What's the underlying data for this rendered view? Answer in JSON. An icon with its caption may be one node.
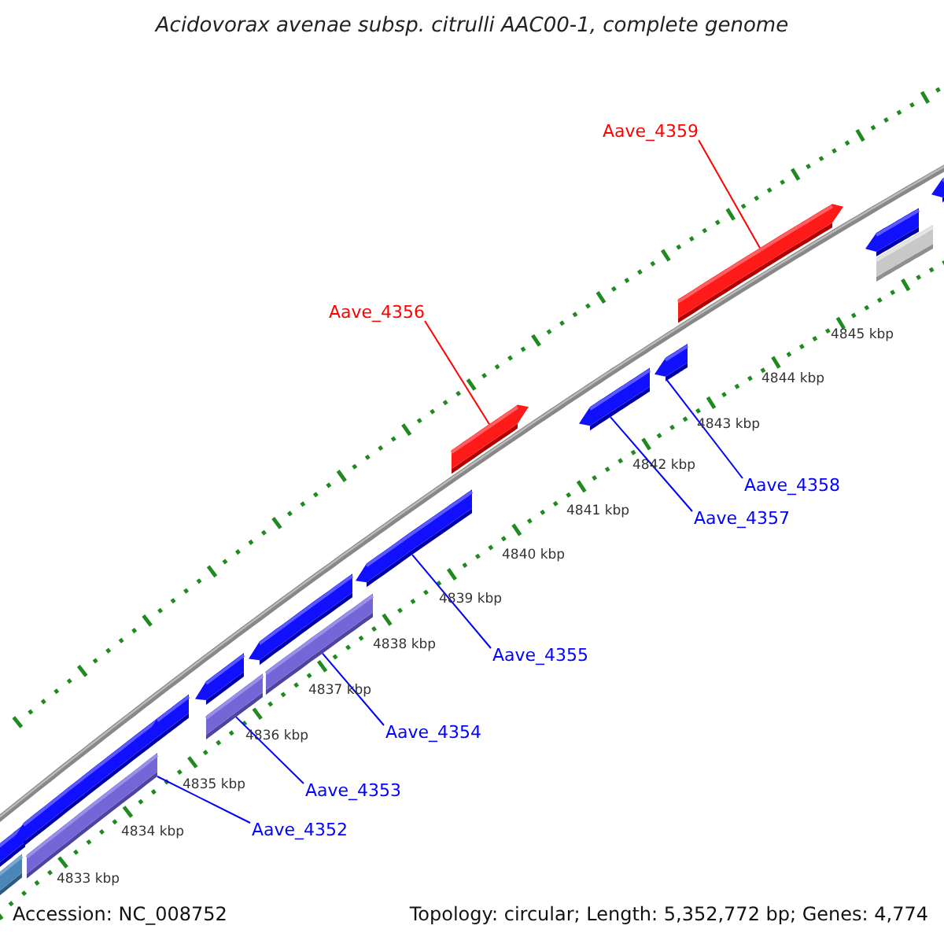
{
  "diagram": {
    "title": "Acidovorax avenae subsp. citrulli AAC00-1, complete genome",
    "nodes": [
      {
        "text": [
          "Aave_4359"
        ]
      },
      {
        "text": [
          "Aave_4356"
        ]
      },
      {
        "text": [
          "Aave_4358"
        ]
      },
      {
        "text": [
          "Aave_4357"
        ]
      },
      {
        "text": [
          "Aave_4355"
        ]
      },
      {
        "text": [
          "Aave_4354"
        ]
      },
      {
        "text": [
          "Aave_4353"
        ]
      },
      {
        "text": [
          "Aave_4352"
        ]
      },
      {
        "text": [],
        "shape": "arrow"
      },
      {
        "text": [],
        "shape": "arrow"
      },
      {
        "text": [],
        "shape": "arrow"
      },
      {
        "text": [],
        "shape": "arrow"
      },
      {
        "text": [],
        "shape": "arrow"
      },
      {
        "text": [],
        "shape": "bar"
      },
      {
        "text": [],
        "shape": "bar"
      },
      {
        "text": [],
        "shape": "bar"
      }
    ],
    "edges": [
      {
        "from": 0,
        "to": 8,
        "arrow": "none",
        "color": "#ff0000"
      },
      {
        "from": 1,
        "to": 9,
        "arrow": "none",
        "color": "#ff0000"
      },
      {
        "from": 2,
        "to": 10,
        "arrow": "none"
      },
      {
        "from": 3,
        "to": 11,
        "arrow": "none"
      },
      {
        "from": 4,
        "to": 12,
        "arrow": "none"
      },
      {
        "from": 5,
        "to": 13,
        "arrow": "none"
      },
      {
        "from": 6,
        "to": 14,
        "arrow": "none"
      },
      {
        "from": 7,
        "to": 15,
        "arrow": "none"
      }
    ],
    "labels": [
      "4845 kbp",
      "4844 kbp",
      "4843 kbp",
      "4842 kbp",
      "4841 kbp",
      "4840 kbp",
      "4839 kbp",
      "4838 kbp",
      "4837 kbp",
      "4836 kbp",
      "4835 kbp",
      "4834 kbp",
      "4833 kbp",
      "Accession: NC_008752",
      "Topology: circular; Length: 5,352,772 bp; Genes: 4,774"
    ]
  }
}
